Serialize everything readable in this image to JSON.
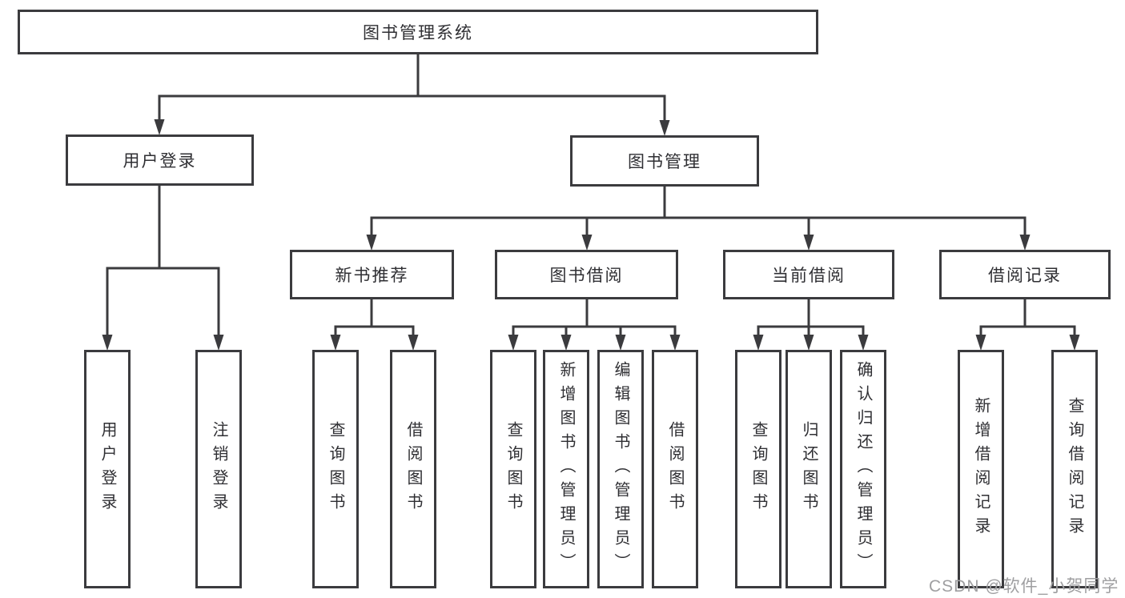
{
  "diagram": {
    "root": "图书管理系统",
    "level2": {
      "user_login": "用户登录",
      "book_management": "图书管理"
    },
    "level3": {
      "new_book_recommend": "新书推荐",
      "book_borrow": "图书借阅",
      "current_borrow": "当前借阅",
      "borrow_records": "借阅记录"
    },
    "leaves": {
      "login": [
        "用户登录",
        "注销登录"
      ],
      "recommend": [
        "查询图书",
        "借阅图书"
      ],
      "borrow": [
        "查询图书",
        "新增图书（管理员）",
        "编辑图书（管理员）",
        "借阅图书"
      ],
      "current": [
        "查询图书",
        "归还图书",
        "确认归还（管理员）"
      ],
      "records": [
        "新增借阅记录",
        "查询借阅记录"
      ]
    }
  },
  "watermark": "CSDN @软件_小贺同学",
  "colors": {
    "line": "#3b3b3e",
    "text": "#2f2f33",
    "watermark": "#9f9fa1",
    "background": "#ffffff"
  }
}
